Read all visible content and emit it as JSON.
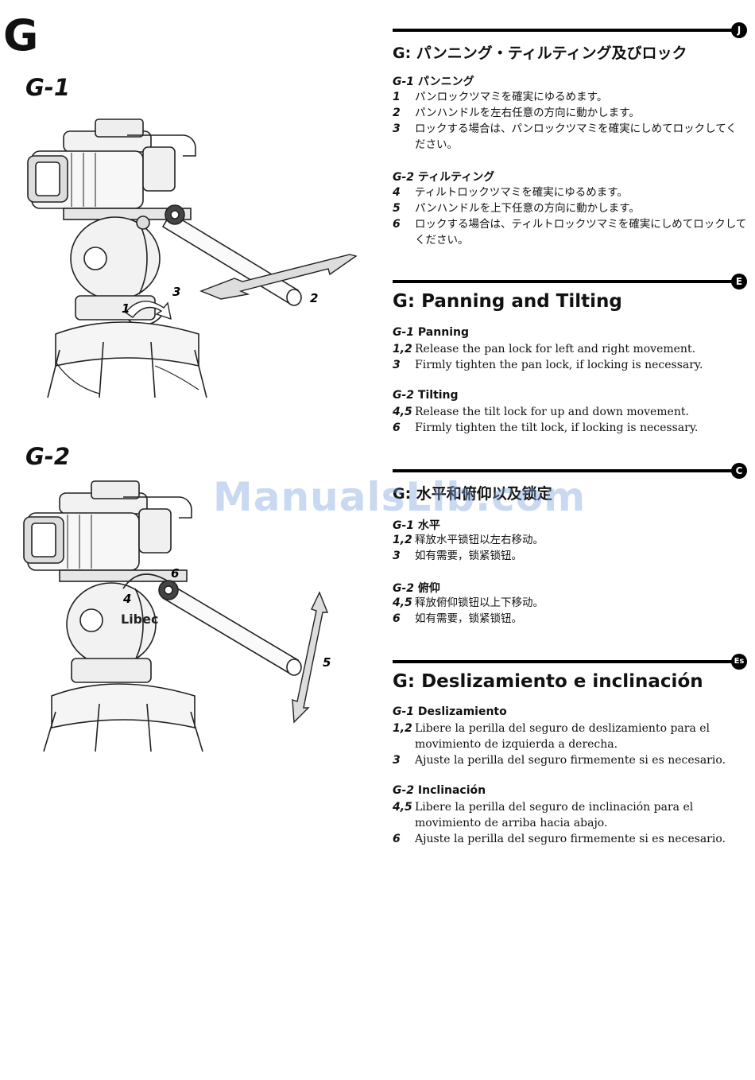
{
  "page": {
    "letter": "G",
    "watermark": "ManualsLib.com"
  },
  "figures": {
    "g1": {
      "label": "G-1",
      "callouts": [
        "1",
        "2",
        "3"
      ]
    },
    "g2": {
      "label": "G-2",
      "callouts": [
        "4",
        "5",
        "6"
      ],
      "brand": "Libec"
    }
  },
  "sections": [
    {
      "badge": "J",
      "title": "G: パンニング・ティルティング及びロック",
      "groups": [
        {
          "prefix": "G-1",
          "name": "パンニング",
          "items": [
            {
              "num": "1",
              "text": "パンロックツマミを確実にゆるめます。"
            },
            {
              "num": "2",
              "text": "パンハンドルを左右任意の方向に動かします。"
            },
            {
              "num": "3",
              "text": "ロックする場合は、パンロックツマミを確実にしめてロックしてください。"
            }
          ]
        },
        {
          "prefix": "G-2",
          "name": "ティルティング",
          "items": [
            {
              "num": "4",
              "text": "ティルトロックツマミを確実にゆるめます。"
            },
            {
              "num": "5",
              "text": "パンハンドルを上下任意の方向に動かします。"
            },
            {
              "num": "6",
              "text": "ロックする場合は、ティルトロックツマミを確実にしめてロックしてください。"
            }
          ]
        }
      ]
    },
    {
      "badge": "E",
      "title": "G: Panning and Tilting",
      "groups": [
        {
          "prefix": "G-1",
          "name": "Panning",
          "items": [
            {
              "num": "1,2",
              "text": "Release the pan lock for left and right movement."
            },
            {
              "num": "3",
              "text": "Firmly tighten the pan lock, if locking is necessary."
            }
          ]
        },
        {
          "prefix": "G-2",
          "name": "Tilting",
          "items": [
            {
              "num": "4,5",
              "text": "Release the tilt lock for up and down movement."
            },
            {
              "num": "6",
              "text": "Firmly tighten the tilt lock, if locking is necessary."
            }
          ]
        }
      ]
    },
    {
      "badge": "C",
      "title": "G: 水平和俯仰以及锁定",
      "groups": [
        {
          "prefix": "G-1",
          "name": "水平",
          "items": [
            {
              "num": "1,2",
              "text": "释放水平锁钮以左右移动。"
            },
            {
              "num": "3",
              "text": "如有需要，锁紧锁钮。"
            }
          ]
        },
        {
          "prefix": "G-2",
          "name": "俯仰",
          "items": [
            {
              "num": "4,5",
              "text": "释放俯仰锁钮以上下移动。"
            },
            {
              "num": "6",
              "text": "如有需要，锁紧锁钮。"
            }
          ]
        }
      ]
    },
    {
      "badge": "Es",
      "title": "G: Deslizamiento e inclinación",
      "groups": [
        {
          "prefix": "G-1",
          "name": "Deslizamiento",
          "items": [
            {
              "num": "1,2",
              "text": "Libere la perilla del seguro de deslizamiento para el movimiento de izquierda a derecha."
            },
            {
              "num": "3",
              "text": "Ajuste la perilla del seguro firmemente si es necesario."
            }
          ]
        },
        {
          "prefix": "G-2",
          "name": "Inclinación",
          "items": [
            {
              "num": "4,5",
              "text": "Libere la perilla del seguro de inclinación para el movimiento de arriba hacia abajo."
            },
            {
              "num": "6",
              "text": "Ajuste la perilla del seguro firmemente si es necesario."
            }
          ]
        }
      ]
    }
  ]
}
